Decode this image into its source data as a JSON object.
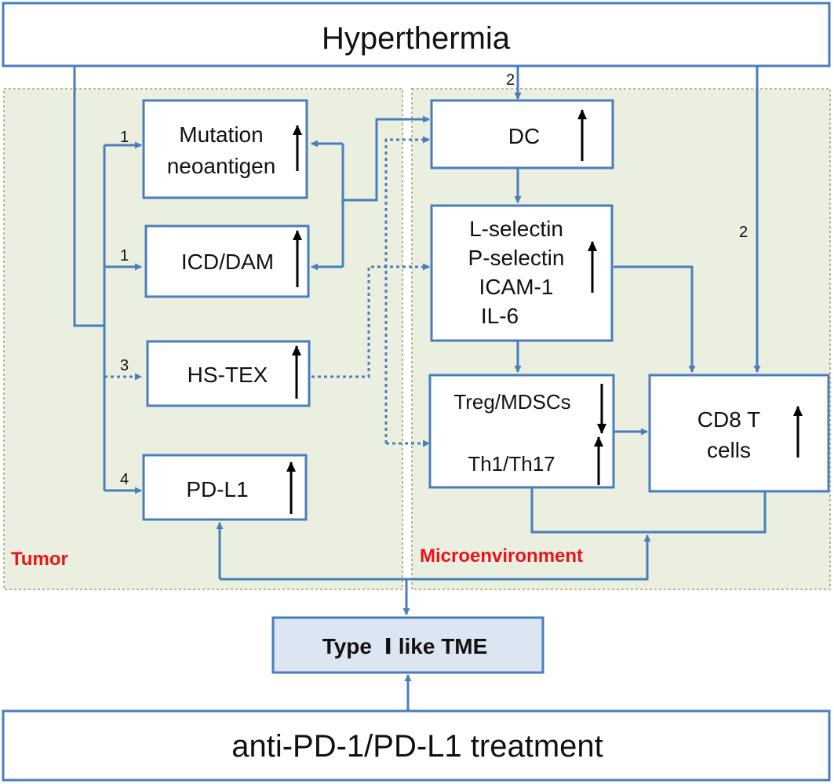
{
  "title": "Hyperthermia",
  "bottom_box": "anti-PD-1/PD-L1 treatment",
  "center_box": "Type  Ⅰ like TME",
  "regions": {
    "tumor": "Tumor",
    "microenvironment": "Microenvironment"
  },
  "tumor_boxes": {
    "mutation": [
      "Mutation",
      "neoantigen"
    ],
    "icd": "ICD/DAM",
    "hstex": "HS-TEX",
    "pdl1": "PD-L1"
  },
  "micro_boxes": {
    "dc": "DC",
    "selectin": [
      "L-selectin",
      "P-selectin",
      "ICAM-1",
      "IL-6"
    ],
    "treg": "Treg/MDSCs",
    "th": "Th1/Th17",
    "cd8": [
      "CD8 T",
      "cells"
    ]
  },
  "pathway_numbers": {
    "mutation": "1",
    "icd": "1",
    "hstex": "3",
    "pdl1": "4",
    "dc": "2",
    "cd8": "2"
  },
  "colors": {
    "line": "#4a7ebb",
    "region_fill": "#ebefe0",
    "region_border": "#b8b48a",
    "center_fill": "#dce6f2",
    "label_red": "#e8141a",
    "arrow": "#000000"
  }
}
